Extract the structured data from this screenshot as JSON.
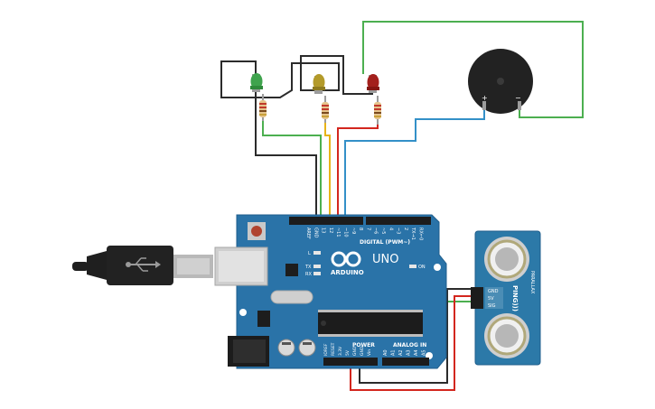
{
  "board": {
    "name": "UNO",
    "brand": "ARDUINO",
    "digital_label": "DIGITAL (PWM~)",
    "analog_label": "ANALOG IN",
    "power_label": "POWER",
    "on_label": "ON",
    "led_l": "L",
    "led_tx": "TX",
    "led_rx": "RX",
    "top_pins": [
      "AREF",
      "GND",
      "13",
      "12",
      "~11",
      "~10",
      "~9",
      "8",
      "7",
      "~6",
      "~5",
      "4",
      "~3",
      "2",
      "TX→1",
      "RX←0"
    ],
    "power_pins": [
      "IOREF",
      "RESET",
      "3.3V",
      "5V",
      "GND",
      "GND",
      "Vin"
    ],
    "analog_pins": [
      "A0",
      "A1",
      "A2",
      "A3",
      "A4",
      "A5"
    ]
  },
  "sensor": {
    "name": "PING)))",
    "pins": [
      "GND",
      "5V",
      "SIG"
    ],
    "side_text": "PARALLAX"
  },
  "buzzer": {
    "plus": "+",
    "minus": "−"
  },
  "leds": [
    {
      "color_name": "green",
      "color": "#3fa34d"
    },
    {
      "color_name": "yellow",
      "color": "#b39a2a"
    },
    {
      "color_name": "red",
      "color": "#a3201c"
    }
  ],
  "colors": {
    "board": "#2a73a8",
    "board_edge": "#1f5e8c",
    "wire_black": "#2b2b2b",
    "wire_green": "#4caf50",
    "wire_red": "#d3261e",
    "wire_yellow": "#e8b318",
    "wire_blue": "#3390c8",
    "sensor_board": "#2c79a8"
  }
}
